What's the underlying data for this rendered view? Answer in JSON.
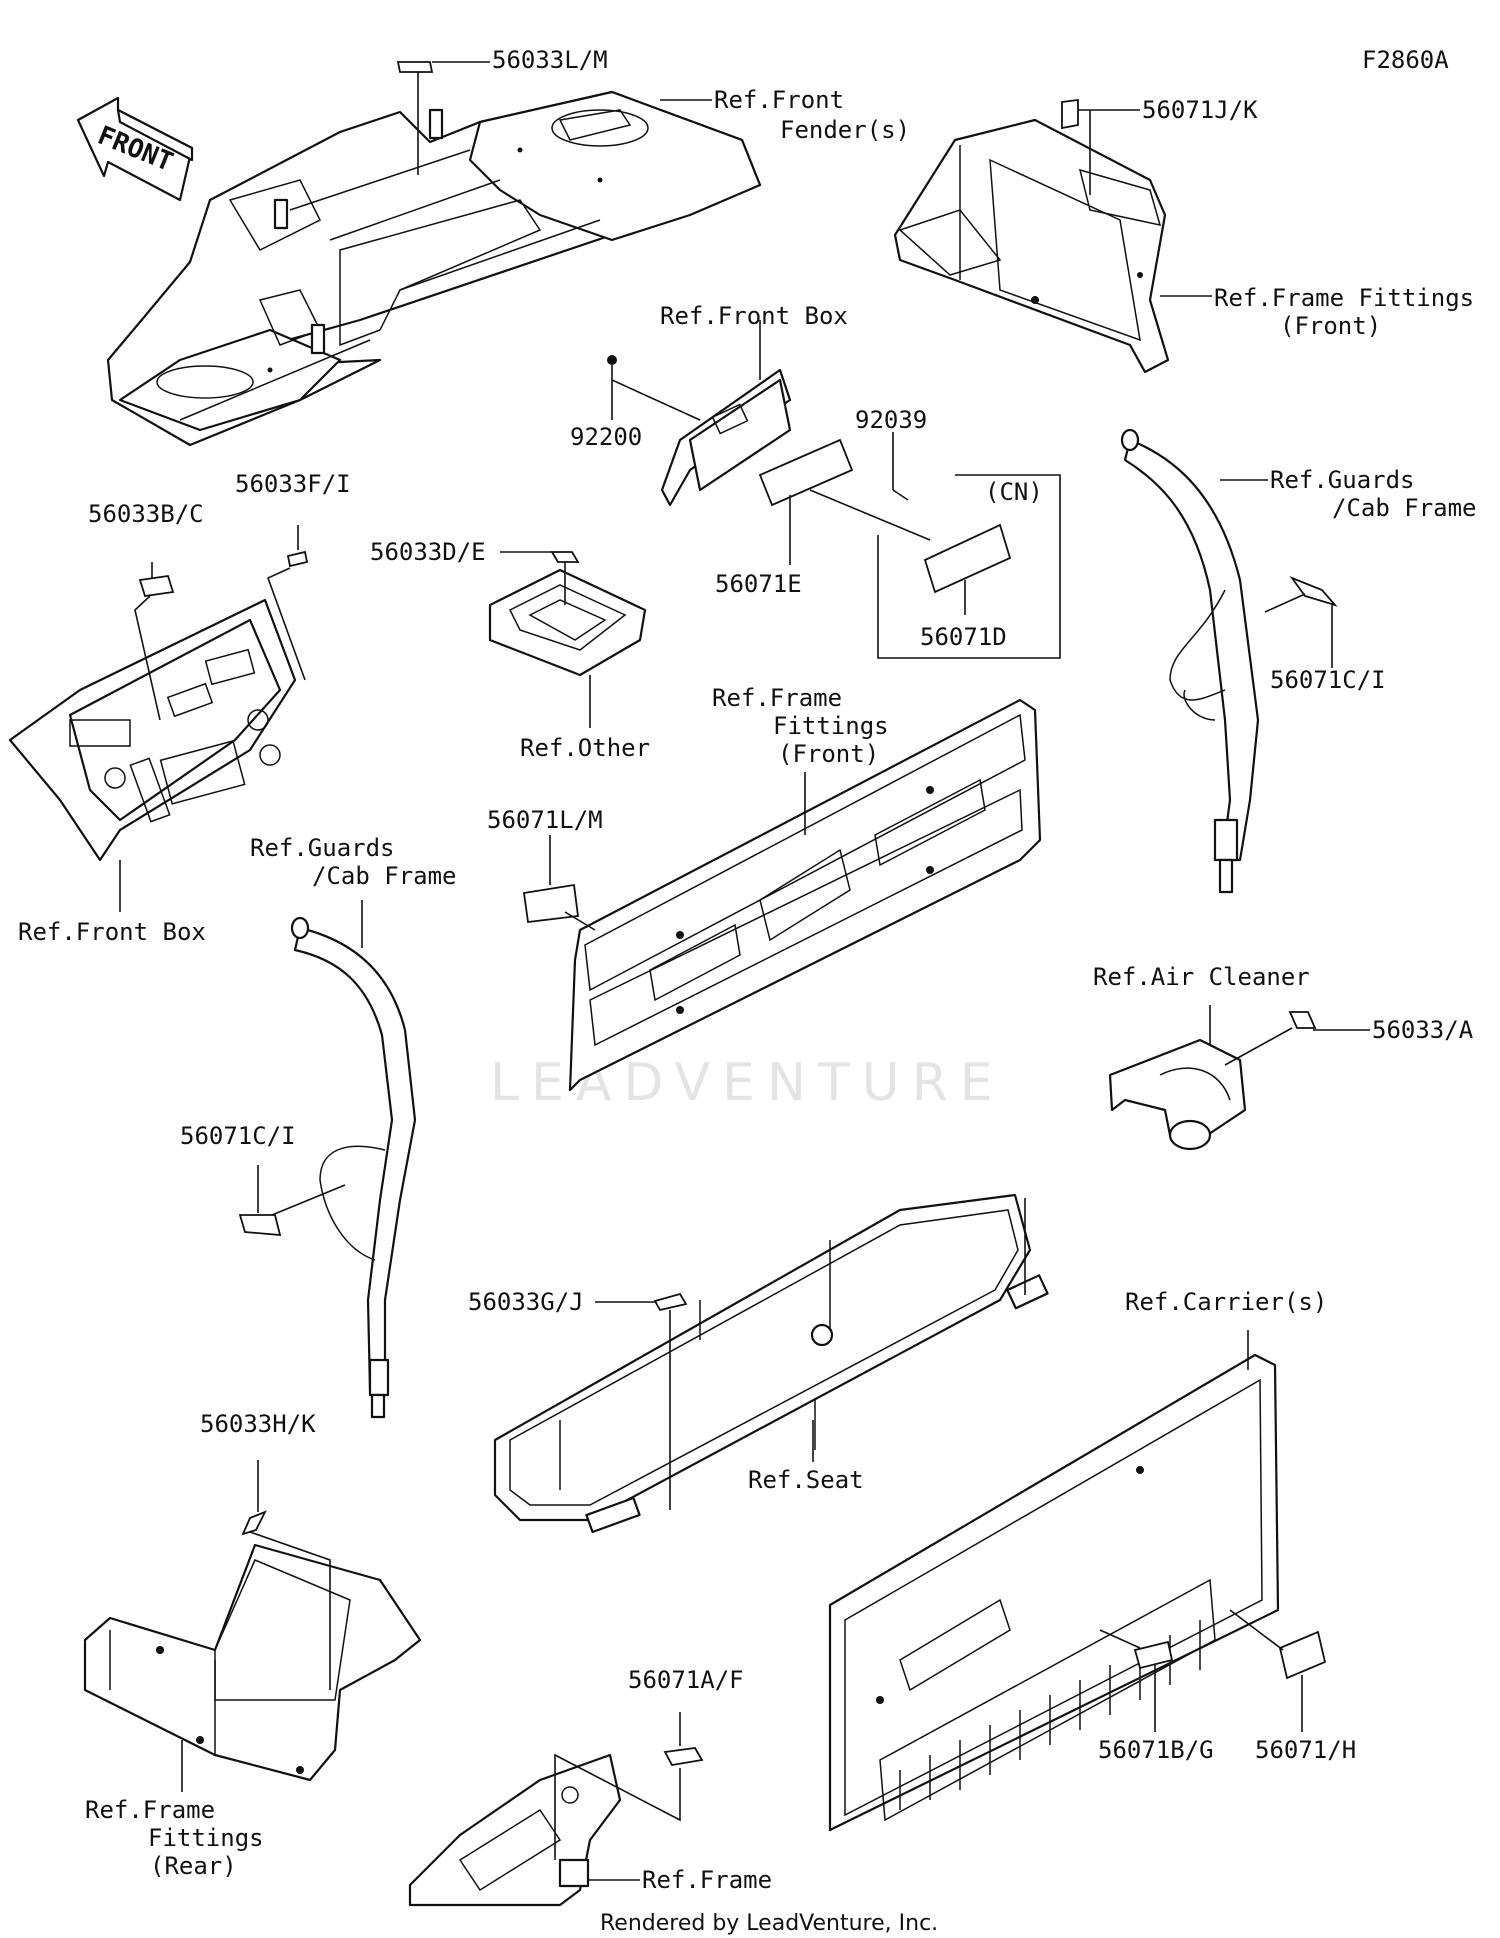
{
  "diagram_code": "F2860A",
  "watermark": "LEADVENTURE",
  "credit": "Rendered by LeadVenture, Inc.",
  "direction_arrow": "FRONT",
  "labels": {
    "p56033LM": "56033L/M",
    "refFrontFender1": "Ref.Front",
    "refFrontFender2": "Fender(s)",
    "p56071JK": "56071J/K",
    "refFrameFittingsFront1a": "Ref.Frame Fittings",
    "refFrameFittingsFront1b": "(Front)",
    "refFrontBox1": "Ref.Front Box",
    "p92200": "92200",
    "p92039": "92039",
    "cn": "(CN)",
    "p56071E": "56071E",
    "p56071D": "56071D",
    "refGuardsCab1a": "Ref.Guards",
    "refGuardsCab1b": "/Cab Frame",
    "p56071CI1": "56071C/I",
    "p56033BC": "56033B/C",
    "p56033FI": "56033F/I",
    "p56033DE": "56033D/E",
    "refOther": "Ref.Other",
    "refFrontBox2": "Ref.Front Box",
    "refFrameFittingsFront2a": "Ref.Frame",
    "refFrameFittingsFront2b": "Fittings",
    "refFrameFittingsFront2c": "(Front)",
    "p56071LM": "56071L/M",
    "refGuardsCab2a": "Ref.Guards",
    "refGuardsCab2b": "/Cab Frame",
    "refAirCleaner": "Ref.Air Cleaner",
    "p56033A": "56033/A",
    "p56071CI2": "56071C/I",
    "p56033GJ": "56033G/J",
    "refCarrier": "Ref.Carrier(s)",
    "refSeat": "Ref.Seat",
    "p56033HK": "56033H/K",
    "p56071AF": "56071A/F",
    "p56071BG": "56071B/G",
    "p56071H": "56071/H",
    "refFrameFittingsRear1": "Ref.Frame",
    "refFrameFittingsRear2": "Fittings",
    "refFrameFittingsRear3": "(Rear)",
    "refFrame": "Ref.Frame"
  }
}
